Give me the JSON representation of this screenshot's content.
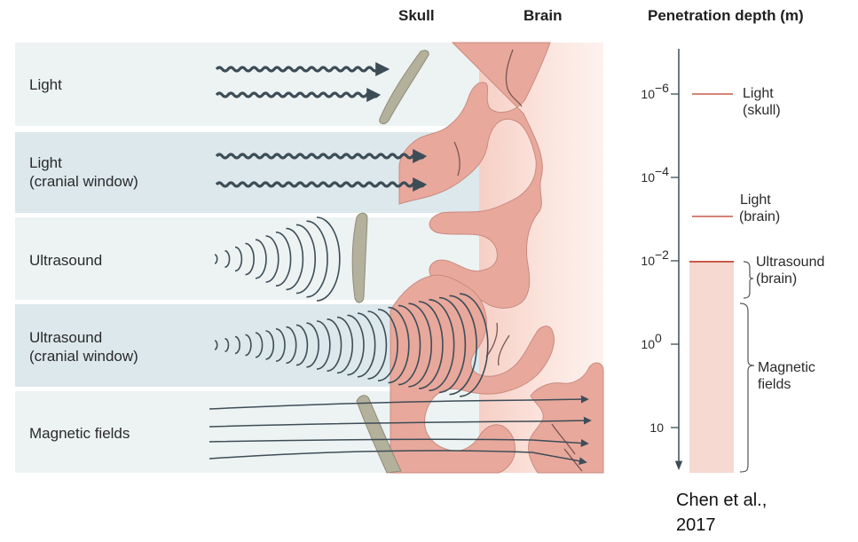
{
  "headers": {
    "skull": "Skull",
    "brain": "Brain",
    "penetration": "Penetration depth (m)"
  },
  "rows": [
    {
      "line1": "Light",
      "line2": ""
    },
    {
      "line1": "Light",
      "line2": "(cranial window)"
    },
    {
      "line1": "Ultrasound",
      "line2": ""
    },
    {
      "line1": "Ultrasound",
      "line2": "(cranial window)"
    },
    {
      "line1": "Magnetic fields",
      "line2": ""
    }
  ],
  "depth_axis": {
    "ticks": [
      {
        "base": "10",
        "exp": "−6"
      },
      {
        "base": "10",
        "exp": "−4"
      },
      {
        "base": "10",
        "exp": "−2"
      },
      {
        "base": "10",
        "exp": "0"
      },
      {
        "base": "10",
        "exp": ""
      }
    ]
  },
  "depth_levels": [
    {
      "line1": "Light",
      "line2": "(skull)"
    },
    {
      "line1": "Light",
      "line2": "(brain)"
    },
    {
      "line1": "Ultrasound",
      "line2": "(brain)"
    },
    {
      "line1": "Magnetic",
      "line2": "fields"
    }
  ],
  "citation": {
    "line1": "Chen et al.,",
    "line2": "2017"
  },
  "colors": {
    "row_light": "#edf3f3",
    "row_dark": "#dce8ec",
    "brain_tissue": "#e8a89c",
    "brain_background": "#fbe3dc",
    "skull_bone": "#b3b19c",
    "wave_arrows": "#3d4d57",
    "depth_marker": "#c85a48",
    "depth_band": "#f6d9d1"
  }
}
